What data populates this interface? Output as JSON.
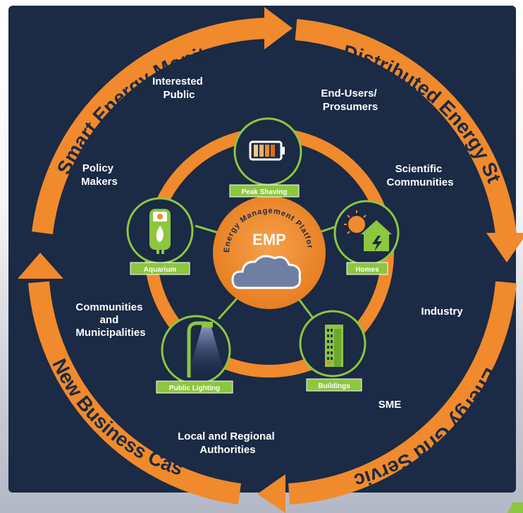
{
  "title": "EMP",
  "platform_label": "Energy Management Platform",
  "outer_arcs": [
    "Smart Energy Monitoring",
    "Distributed Energy Storage",
    "Energy Grid Services",
    "New Business Cases"
  ],
  "stakeholders": [
    [
      "Interested",
      "Public"
    ],
    [
      "End-Users/",
      "Prosumers"
    ],
    [
      "Scientific",
      "Communities"
    ],
    [
      "Policy",
      "Makers"
    ],
    [
      "Industry"
    ],
    [
      "Communities",
      "and",
      "Municipalities"
    ],
    [
      "SME"
    ],
    [
      "Local and Regional",
      "Authorities"
    ]
  ],
  "nodes": [
    {
      "label": "Peak Shaving",
      "icon": "battery-icon"
    },
    {
      "label": "Homes",
      "icon": "house-sun-icon"
    },
    {
      "label": "Buildings",
      "icon": "building-icon"
    },
    {
      "label": "Public Lighting",
      "icon": "streetlight-icon"
    },
    {
      "label": "Aquarium",
      "icon": "aquarium-heater-icon"
    }
  ],
  "colors": {
    "navy": "#1b2a45",
    "orange": "#f08a2c",
    "green": "#8dc63f",
    "white": "#ffffff"
  }
}
